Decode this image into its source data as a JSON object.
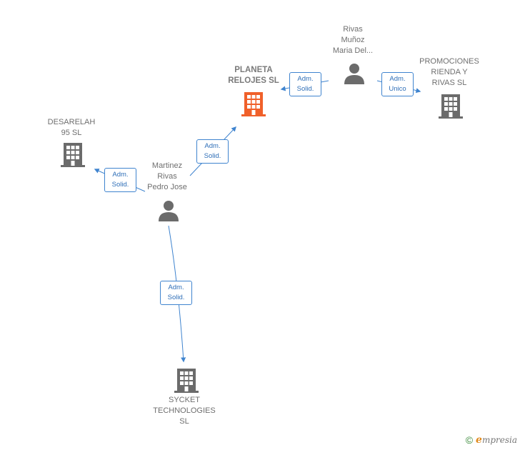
{
  "nodes": {
    "planeta": {
      "label": "PLANETA\nRELOJES SL",
      "color": "#f0602a"
    },
    "promociones": {
      "label": "PROMOCIONES\nRIENDA Y\nRIVAS SL",
      "color": "#6b6b6b"
    },
    "desarelah": {
      "label": "DESARELAH\n95 SL",
      "color": "#6b6b6b"
    },
    "sycket": {
      "label": "SYCKET\nTECHNOLOGIES\nSL",
      "color": "#6b6b6b"
    },
    "rivas": {
      "label": "Rivas\nMuñoz\nMaria Del...",
      "color": "#6b6b6b"
    },
    "martinez": {
      "label": "Martinez\nRivas\nPedro Jose",
      "color": "#6b6b6b"
    }
  },
  "edges": {
    "rivas_planeta": "Adm.\nSolid.",
    "rivas_promociones": "Adm.\nUnico",
    "martinez_planeta": "Adm.\nSolid.",
    "martinez_desarelah": "Adm.\nSolid.",
    "martinez_sycket": "Adm.\nSolid."
  },
  "footer": {
    "copyright": "©",
    "brand_initial": "e",
    "brand_rest": "mpresia"
  },
  "colors": {
    "edge": "#3f84cf",
    "company": "#6b6b6b",
    "company_highlight": "#f0602a",
    "person": "#6b6b6b"
  }
}
